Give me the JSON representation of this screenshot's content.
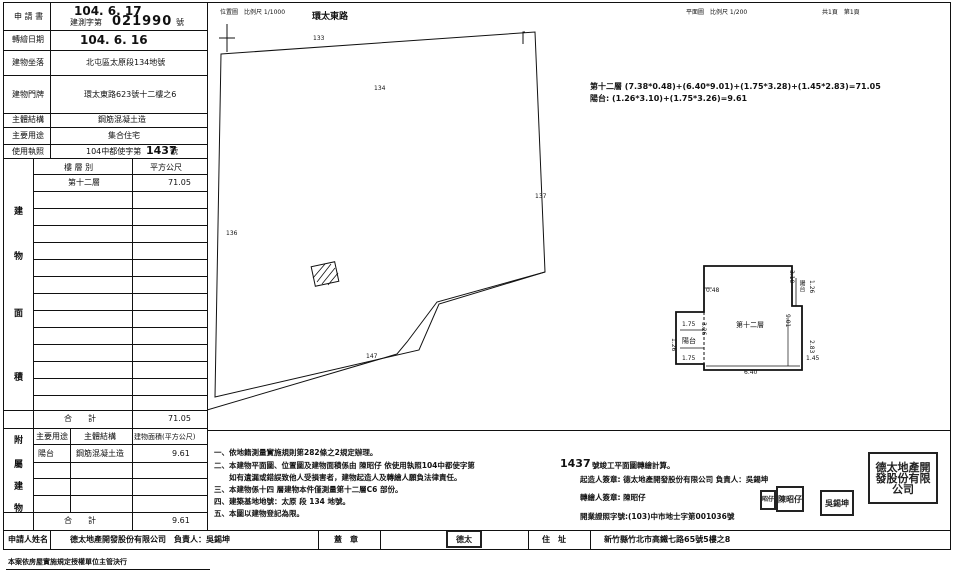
{
  "form": {
    "applicant_date_label": "申 請 書",
    "applicant_date": "104. 6. 17",
    "survey_no_label": "建測字第",
    "survey_no": "021990",
    "survey_no_suffix": "號",
    "draw_date_label": "轉繪日期",
    "draw_date": "104. 6. 16",
    "site_label": "建物坐落",
    "site_value": "北屯區太原段134地號",
    "doorplate_label": "建物門牌",
    "doorplate_value": "環太東路623號十二樓之6",
    "structure_label": "主體結構",
    "structure_value": "鋼筋混凝土造",
    "use_label": "主要用途",
    "use_value": "集合住宅",
    "license_label": "使用執照",
    "license_value_prefix": "104中都使字第",
    "license_no": "1437",
    "license_suffix": "號"
  },
  "area_table": {
    "side_label_chars": [
      "建",
      "物",
      "面",
      "積"
    ],
    "col_floor": "樓 層 別",
    "col_sqm": "平方公尺",
    "rows": [
      {
        "floor": "第十二層",
        "area": "71.05"
      }
    ],
    "total_label": "合　　計",
    "total_value": "71.05"
  },
  "annex_table": {
    "side_label_chars": [
      "附",
      "屬",
      "建",
      "物"
    ],
    "col_use": "主要用途",
    "col_structure": "主體結構",
    "col_area": "建物面積(平方公尺)",
    "rows": [
      {
        "use": "陽台",
        "structure": "鋼筋混凝土造",
        "area": "9.61"
      }
    ],
    "total_label": "合　　計",
    "total_value": "9.61"
  },
  "footer": {
    "applicant_label": "申請人姓名",
    "applicant_value": "德太地產開發股份有限公司　負責人：吳錫坤",
    "seal_label": "蓋　章",
    "address_label": "住　址",
    "address_value": "新竹縣竹北市高鐵七路65號5樓之8",
    "bottom_note": "本案依房屋實施規定授權單位主管決行"
  },
  "location_plan": {
    "header": "位置圖　比例尺 1/1000",
    "road_name": "環太東路",
    "parcel_numbers": [
      "133",
      "134",
      "137",
      "136",
      "147"
    ],
    "north_icon": "north-arrow-icon"
  },
  "floor_plan": {
    "header": "平面圖　比例尺 1/200",
    "pages": "共1頁　第1頁",
    "formula_line1": "第十二層 (7.38*0.48)+(6.40*9.01)+(1.75*3.28)+(1.45*2.83)=71.05",
    "formula_line2": "陽台: (1.26*3.10)+(1.75*3.26)=9.61",
    "floor_label": "第十二層",
    "balcony_label": "陽台",
    "dims": {
      "top_left": "0.48",
      "top_right": "1.26",
      "left_upper": "1.75",
      "left_mid": "1.26",
      "left_lower": "1.75",
      "inner_left": "3.26",
      "right_mid": "9.01",
      "right_lower_a": "2.83",
      "right_lower_b": "1.45",
      "bottom": "6.40",
      "right_upper": "3.10"
    }
  },
  "notes": [
    "一、依地籍測量實施規則第282條之2規定辦理。",
    "二、本建物平面圖、位置圖及建物面積係由 陳昭仔 依使用執照104中都使字第",
    "　　如有遺漏或錯誤致他人受損害者，建物起造人及轉繪人願負法律責任。",
    "三、本建物係十四 層建物本件僅測量第十二層C6 部份。",
    "四、建築基地地號：太原 段 134 地號。",
    "五、本圖以建物登記為限。"
  ],
  "notes_license_no": "1437",
  "notes_tail": "號竣工平面圖轉繪計算。",
  "signatures": {
    "builder_line": "起造人簽章: 德太地產開發股份有限公司 負責人：吳錫坤",
    "drafter_line": "轉繪人簽章: 陳昭仔",
    "license_line": "開業證照字號:(103)中市地士字第001036號"
  },
  "seals": {
    "large_seal_text": "德太地產開發股份有限公司",
    "person_seal_1": "吳錫坤",
    "person_seal_2": "陳昭仔",
    "person_seal_3": "昭仔",
    "applicant_seal": "德太"
  }
}
